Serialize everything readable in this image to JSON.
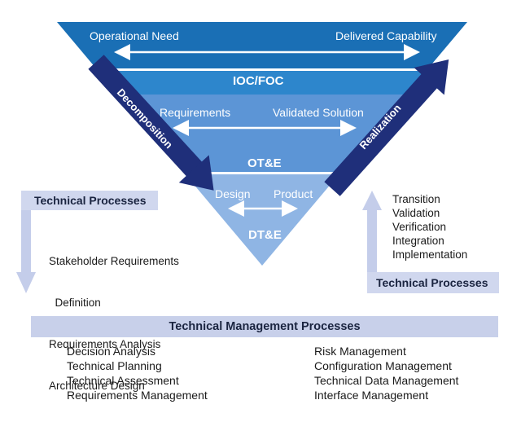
{
  "colors": {
    "top_band": "#1a6fb5",
    "mid_band": "#2d86cc",
    "lower_band": "#5c95d6",
    "bottom_band": "#8fb5e4",
    "dark_arrow": "#1f2f7a",
    "light_arrow": "#c4cdea",
    "bar": "#c8d0ea"
  },
  "triangle": {
    "operational_need": "Operational Need",
    "delivered_capability": "Delivered Capability",
    "ioc_foc": "IOC/FOC",
    "requirements": "Requirements",
    "validated_solution": "Validated Solution",
    "ot_e": "OT&E",
    "design": "Design",
    "product": "Product",
    "dt_e": "DT&E"
  },
  "arrows": {
    "decomposition": "Decomposition",
    "realization": "Realization"
  },
  "left_processes": {
    "title": "Technical Processes",
    "items": [
      "Stakeholder Requirements",
      "  Definition",
      "Requirements Analysis",
      "Architecture Design"
    ]
  },
  "right_processes": {
    "title": "Technical Processes",
    "items": [
      "Transition",
      "Validation",
      "Verification",
      "Integration",
      "Implementation"
    ]
  },
  "management": {
    "title": "Technical Management Processes",
    "left_items": [
      "Decision Analysis",
      "Technical Planning",
      "Technical Assessment",
      "Requirements Management"
    ],
    "right_items": [
      "Risk Management",
      "Configuration Management",
      "Technical Data Management",
      "Interface Management"
    ]
  }
}
